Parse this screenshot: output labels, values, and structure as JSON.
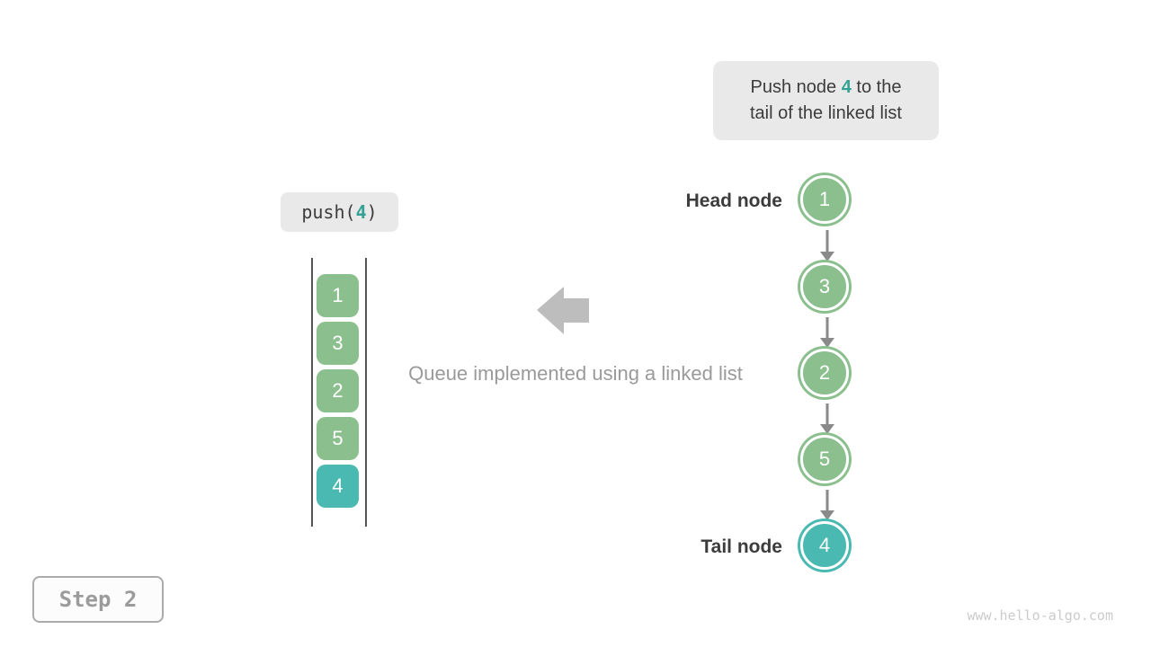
{
  "colors": {
    "green": "#8bbf8e",
    "teal": "#4ab9b2",
    "accent_text": "#33a294",
    "box_bg": "#e9e9e9",
    "dark_text": "#3c3c3c",
    "gray_text": "#9a9a9a",
    "arrow_gray": "#bdbdbd",
    "link_arrow": "#8a8a8a",
    "wall": "#555555",
    "step_text": "#9b9b9b",
    "step_border": "#ababab",
    "watermark": "#cbcbcb"
  },
  "callout": {
    "line1_prefix": "Push node ",
    "value": "4",
    "line1_suffix": " to the",
    "line2": "tail of the linked list"
  },
  "operation": {
    "prefix": "push(",
    "value": "4",
    "suffix": ")"
  },
  "queue": {
    "items": [
      {
        "value": "1",
        "highlighted": false
      },
      {
        "value": "3",
        "highlighted": false
      },
      {
        "value": "2",
        "highlighted": false
      },
      {
        "value": "5",
        "highlighted": false
      },
      {
        "value": "4",
        "highlighted": true
      }
    ]
  },
  "caption": "Queue implemented using a linked list",
  "linked_list": {
    "head_label": "Head node",
    "tail_label": "Tail node",
    "nodes": [
      {
        "value": "1",
        "highlighted": false
      },
      {
        "value": "3",
        "highlighted": false
      },
      {
        "value": "2",
        "highlighted": false
      },
      {
        "value": "5",
        "highlighted": false
      },
      {
        "value": "4",
        "highlighted": true
      }
    ]
  },
  "step_label": "Step 2",
  "watermark": "www.hello-algo.com"
}
